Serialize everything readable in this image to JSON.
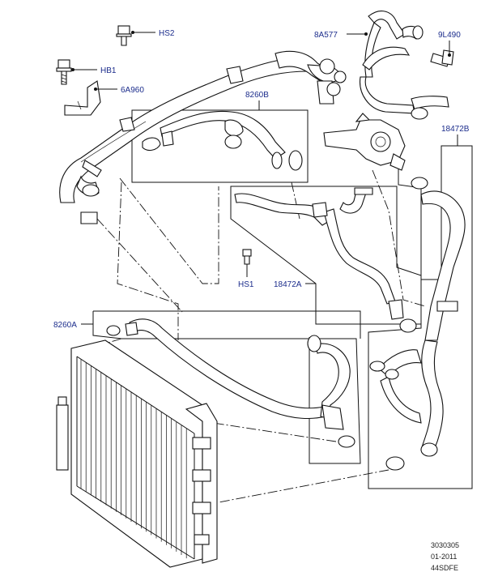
{
  "labels": {
    "hs2": "HS2",
    "hb1": "HB1",
    "p6a960": "6A960",
    "p8260b": "8260B",
    "p8a577": "8A577",
    "p9l490": "9L490",
    "p18472b": "18472B",
    "hs1": "HS1",
    "p18472a": "18472A",
    "p8260a": "8260A"
  },
  "footer": {
    "ref_number": "3030305",
    "date": "01-2011",
    "code": "44SDFE"
  },
  "colors": {
    "label": "#1c2d8c",
    "line": "#111111"
  }
}
